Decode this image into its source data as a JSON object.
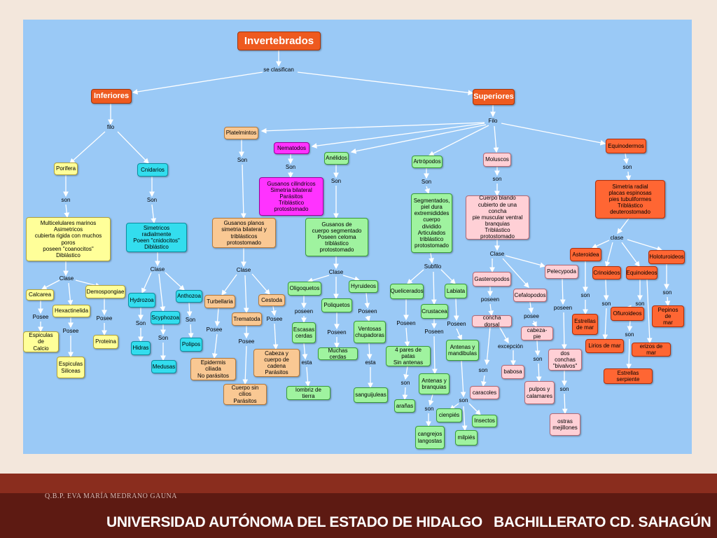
{
  "colors": {
    "panel": "#9ac9f6",
    "root_node": "#ee5a1f",
    "porifera_yellow": "#ffff99",
    "cnidaria_cyan": "#33ddee",
    "platyhelminthes_peach": "#f9c893",
    "nematoda_magenta": "#ff33ff",
    "annelida_arthropoda_green": "#9ff39f",
    "mollusca_pink": "#ffd0d6",
    "echinodermata_red": "#ff6633",
    "footer": "#5d1a12"
  },
  "map": {
    "nodes": [
      {
        "id": "invertebrados",
        "text": "Invertebrados"
      },
      {
        "id": "inferiores",
        "text": "Inferiores"
      },
      {
        "id": "superiores",
        "text": "Superiores"
      },
      {
        "id": "porifera",
        "text": "Porifera"
      },
      {
        "id": "porifera_desc",
        "text": "Multicelulares marinos\nAsimetricos\ncubierta rigida con muchos poros\nposeen \"coanocitos\"\nDiblástico"
      },
      {
        "id": "calcarea",
        "text": "Calcarea"
      },
      {
        "id": "hexactinelida",
        "text": "Hexactinelida"
      },
      {
        "id": "demospongiae",
        "text": "Demospongiae"
      },
      {
        "id": "espiculas_calcio",
        "text": "Espiculas de\nCalcio"
      },
      {
        "id": "espiculas_siliceas",
        "text": "Espiculas\nSiliceas"
      },
      {
        "id": "proteina",
        "text": "Proteina"
      },
      {
        "id": "cnidarios",
        "text": "Cnidarios"
      },
      {
        "id": "cnidarios_desc",
        "text": "Simetricos radialmente\nPoeen \"cnidocitos\"\nDiblástico"
      },
      {
        "id": "hydrozoa",
        "text": "Hydrozoa"
      },
      {
        "id": "scyphozoa",
        "text": "Scyphozoa"
      },
      {
        "id": "anthozoa",
        "text": "Anthozoa"
      },
      {
        "id": "hidras",
        "text": "Hidras"
      },
      {
        "id": "medusas",
        "text": "Medusas"
      },
      {
        "id": "polipos",
        "text": "Polipos"
      },
      {
        "id": "platelmintos",
        "text": "Platelmintos"
      },
      {
        "id": "platelmintos_desc",
        "text": "Gusanos planos\nsimetria bilateral y\ntriblásticos protostomado"
      },
      {
        "id": "turbellaria",
        "text": "Turbellaria"
      },
      {
        "id": "trematoda",
        "text": "Trematoda"
      },
      {
        "id": "cestoda",
        "text": "Cestoda"
      },
      {
        "id": "epidermis_ciliada",
        "text": "Epidermis ciliada\nNo parásitos"
      },
      {
        "id": "cuerpo_sin_cilios",
        "text": "Cuerpo sin cilios\nParásitos"
      },
      {
        "id": "cabeza_cadena",
        "text": "Cabeza y\ncuerpo de cadena\nParásitos"
      },
      {
        "id": "nematodos",
        "text": "Nematodos"
      },
      {
        "id": "nematodos_desc",
        "text": "Gusanos cilindricos\nSimetria bilateral\nParásitos\nTriblástico protostomado"
      },
      {
        "id": "anelidos",
        "text": "Anélidos"
      },
      {
        "id": "anelidos_desc",
        "text": "Gusanos de\ncuerpo segmentado\nPoseen celoma\ntriblástico protostomado"
      },
      {
        "id": "oligoquetos",
        "text": "Oligoquetos"
      },
      {
        "id": "poliquetos",
        "text": "Poliquetos"
      },
      {
        "id": "hyruideos",
        "text": "Hyruideos"
      },
      {
        "id": "escasas_cerdas",
        "text": "Escasas\ncerdas"
      },
      {
        "id": "muchas_cerdas",
        "text": "Muchas cerdas"
      },
      {
        "id": "ventosas",
        "text": "Ventosas\nchupadoras"
      },
      {
        "id": "lombriz",
        "text": "lombriz de tierra"
      },
      {
        "id": "sanguijuelas",
        "text": "sanguijuleas"
      },
      {
        "id": "artropodos",
        "text": "Artrópodos"
      },
      {
        "id": "artropodos_desc",
        "text": "Segmentados,\npiel dura\nextremididdes\ncuerpo dividido\nArticulados\ntriblástico\nprotostomado"
      },
      {
        "id": "quelicerados",
        "text": "Quelicerados"
      },
      {
        "id": "crustacea",
        "text": "Crustacea"
      },
      {
        "id": "labiata",
        "text": "Labiata"
      },
      {
        "id": "cuatro_pares",
        "text": "4 pares de patas\nSin antenas"
      },
      {
        "id": "antenas_branquias",
        "text": "Antenas y\nbranquias"
      },
      {
        "id": "antenas_mandibulas",
        "text": "Antenas y\nmandibulas"
      },
      {
        "id": "aranas",
        "text": "arañas"
      },
      {
        "id": "cangrejos",
        "text": "cangrejos\nlangostas"
      },
      {
        "id": "cienpies",
        "text": "cienpiés"
      },
      {
        "id": "milpies",
        "text": "milpiés"
      },
      {
        "id": "insectos",
        "text": "Insectos"
      },
      {
        "id": "moluscos",
        "text": "Moluscos"
      },
      {
        "id": "moluscos_desc",
        "text": "Cuerpo blando\ncubierto de una concha\npie muscular ventral\nbranquias\nTriblástico protostomado"
      },
      {
        "id": "gasteropodos",
        "text": "Gasteropodos"
      },
      {
        "id": "pelecypoda",
        "text": "Pelecypoda"
      },
      {
        "id": "cefalopodos",
        "text": "Cefalopodos"
      },
      {
        "id": "concha_dorsal",
        "text": "concha dorsal"
      },
      {
        "id": "caracoles",
        "text": "caracoles"
      },
      {
        "id": "babosa",
        "text": "babosa"
      },
      {
        "id": "cabeza_pie",
        "text": "cabeza-pie"
      },
      {
        "id": "pulpos",
        "text": "pulpos y\ncalamares"
      },
      {
        "id": "dos_conchas",
        "text": "dos conchas\n\"bivalvos\""
      },
      {
        "id": "ostras",
        "text": "ostras\nmejillones"
      },
      {
        "id": "equinodermos",
        "text": "Equinodermos"
      },
      {
        "id": "equinodermos_desc",
        "text": "Simetria radial\nplacas espinosas\npies tubuliformes\nTriblástico deuterostomado"
      },
      {
        "id": "asteroidea",
        "text": "Asteroidea"
      },
      {
        "id": "crinoideos",
        "text": "Crinoideos"
      },
      {
        "id": "equinoideos",
        "text": "Equinoideos"
      },
      {
        "id": "holoturoideos",
        "text": "Holoturoideos"
      },
      {
        "id": "estrellas_mar",
        "text": "Estrellas\nde mar"
      },
      {
        "id": "ofiuroideos",
        "text": "Ofiuroideos"
      },
      {
        "id": "pepinos",
        "text": "Pepinos de\nmar"
      },
      {
        "id": "lirios",
        "text": "Lirios de mar"
      },
      {
        "id": "erizos",
        "text": "erizos de mar"
      },
      {
        "id": "estrellas_serpiente",
        "text": "Estrellas serpiente"
      }
    ],
    "links": [
      {
        "id": "l_se_clasifican",
        "text": "se clasifican"
      },
      {
        "id": "l_filo_inf",
        "text": "filo"
      },
      {
        "id": "l_filo_sup",
        "text": "Filo"
      },
      {
        "id": "l_son_porifera",
        "text": "son"
      },
      {
        "id": "l_son_cnidarios",
        "text": "Son"
      },
      {
        "id": "l_clase_porifera",
        "text": "Clase"
      },
      {
        "id": "l_clase_cnidarios",
        "text": "Clase"
      },
      {
        "id": "l_posee_calcarea",
        "text": "Posee"
      },
      {
        "id": "l_posee_hexa",
        "text": "Posee"
      },
      {
        "id": "l_posee_demo",
        "text": "Posee"
      },
      {
        "id": "l_son_hydrozoa",
        "text": "Son"
      },
      {
        "id": "l_son_scyphozoa",
        "text": "Son"
      },
      {
        "id": "l_son_anthozoa",
        "text": "Son"
      },
      {
        "id": "l_son_plat",
        "text": "Son"
      },
      {
        "id": "l_clase_plat",
        "text": "Clase"
      },
      {
        "id": "l_posee_turb",
        "text": "Posee"
      },
      {
        "id": "l_posee_trem",
        "text": "Posee"
      },
      {
        "id": "l_posee_cest",
        "text": "Posee"
      },
      {
        "id": "l_son_nema",
        "text": "Son"
      },
      {
        "id": "l_son_anel",
        "text": "Son"
      },
      {
        "id": "l_clase_anel",
        "text": "Clase"
      },
      {
        "id": "l_poseen_oligo",
        "text": "poseen"
      },
      {
        "id": "l_poseen_poli",
        "text": "Poseen"
      },
      {
        "id": "l_poseen_hyru",
        "text": "Poseen"
      },
      {
        "id": "l_esta_oligo",
        "text": "esta"
      },
      {
        "id": "l_esta_hyru",
        "text": "esta"
      },
      {
        "id": "l_son_artro",
        "text": "Son"
      },
      {
        "id": "l_subfilo",
        "text": "Subfilo"
      },
      {
        "id": "l_poseen_queli",
        "text": "Poseen"
      },
      {
        "id": "l_poseen_crus",
        "text": "Poseen"
      },
      {
        "id": "l_poseen_labi",
        "text": "Poseen"
      },
      {
        "id": "l_son_aranas",
        "text": "son"
      },
      {
        "id": "l_son_cangrejos",
        "text": "son"
      },
      {
        "id": "l_son_labiata",
        "text": "son"
      },
      {
        "id": "l_son_moluscos",
        "text": "son"
      },
      {
        "id": "l_clase_moluscos",
        "text": "Clase"
      },
      {
        "id": "l_poseen_gaste",
        "text": "poseen"
      },
      {
        "id": "l_posee_cefa",
        "text": "posee"
      },
      {
        "id": "l_poseen_pele",
        "text": "poseen"
      },
      {
        "id": "l_excepcion",
        "text": "excepción"
      },
      {
        "id": "l_son_caracoles",
        "text": "son"
      },
      {
        "id": "l_son_pulpos",
        "text": "son"
      },
      {
        "id": "l_son_ostras",
        "text": "son"
      },
      {
        "id": "l_son_equino",
        "text": "son"
      },
      {
        "id": "l_clase_equino",
        "text": "clase"
      },
      {
        "id": "l_son_aster",
        "text": "son"
      },
      {
        "id": "l_son_crino",
        "text": "son"
      },
      {
        "id": "l_son_equinoi",
        "text": "son"
      },
      {
        "id": "l_son_holo",
        "text": "son"
      },
      {
        "id": "l_son_ofiu",
        "text": "son"
      }
    ]
  },
  "footer": {
    "author": "Q.B.P. EVA MARÍA MEDRANO GAUNA",
    "university": "UNIVERSIDAD AUTÓNOMA DEL ESTADO DE HIDALGO",
    "campus": "BACHILLERATO CD. SAHAGÚN"
  }
}
